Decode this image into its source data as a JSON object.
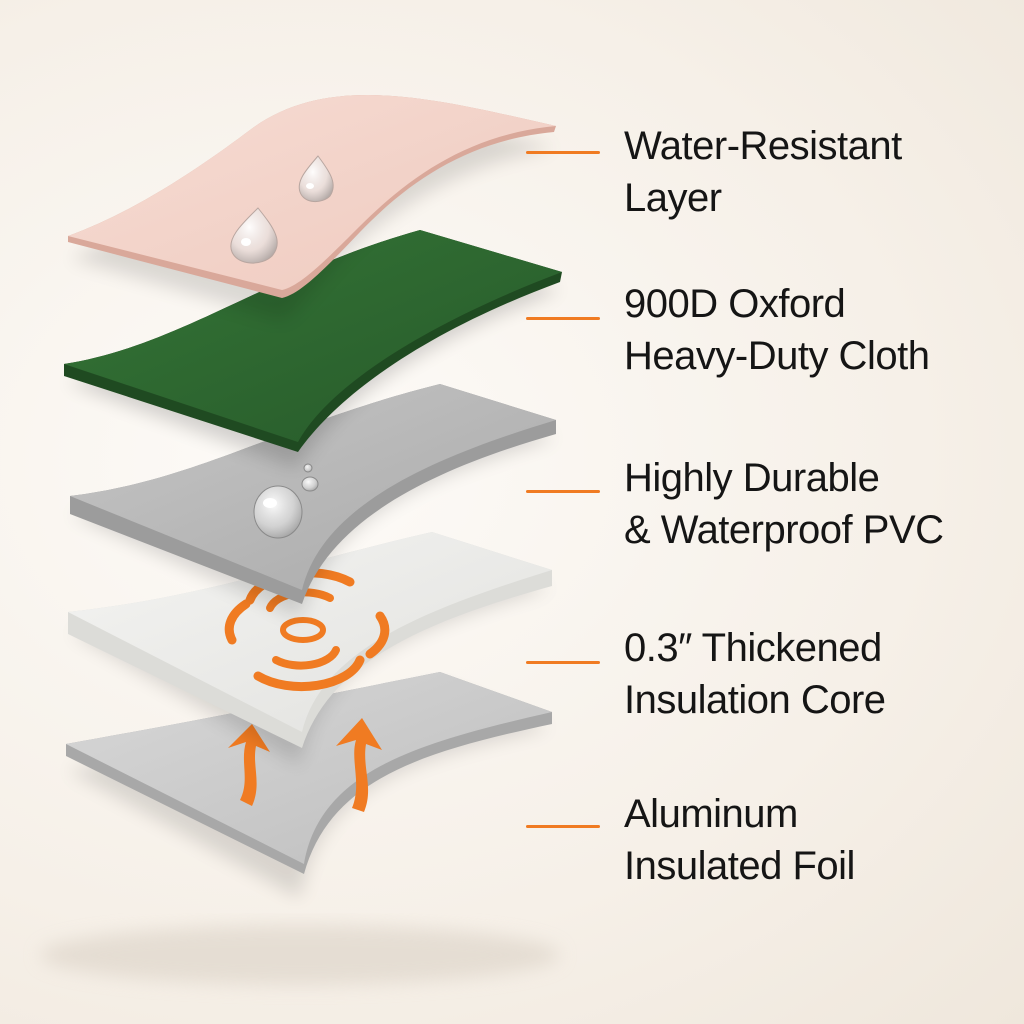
{
  "accent_color": "#f07b22",
  "layers": [
    {
      "id": "water-resistant",
      "line1": "Water-Resistant",
      "line2": "Layer",
      "color": "#f1d2c9",
      "icon": "water-droplet-icon"
    },
    {
      "id": "oxford-cloth",
      "line1": "900D Oxford",
      "line2": "Heavy-Duty Cloth",
      "color": "#2f6a31",
      "icon": ""
    },
    {
      "id": "pvc",
      "line1": "Highly Durable",
      "line2": "& Waterproof PVC",
      "color": "#b9b9b9",
      "icon": "water-droplet-icon"
    },
    {
      "id": "insulation-core",
      "line1": "0.3″ Thickened",
      "line2": "Insulation Core",
      "color": "#ededeb",
      "icon": "heat-ripple-icon"
    },
    {
      "id": "aluminum-foil",
      "line1": "Aluminum",
      "line2": "Insulated Foil",
      "color": "#cfcfcf",
      "icon": "heat-arrow-icon"
    }
  ]
}
